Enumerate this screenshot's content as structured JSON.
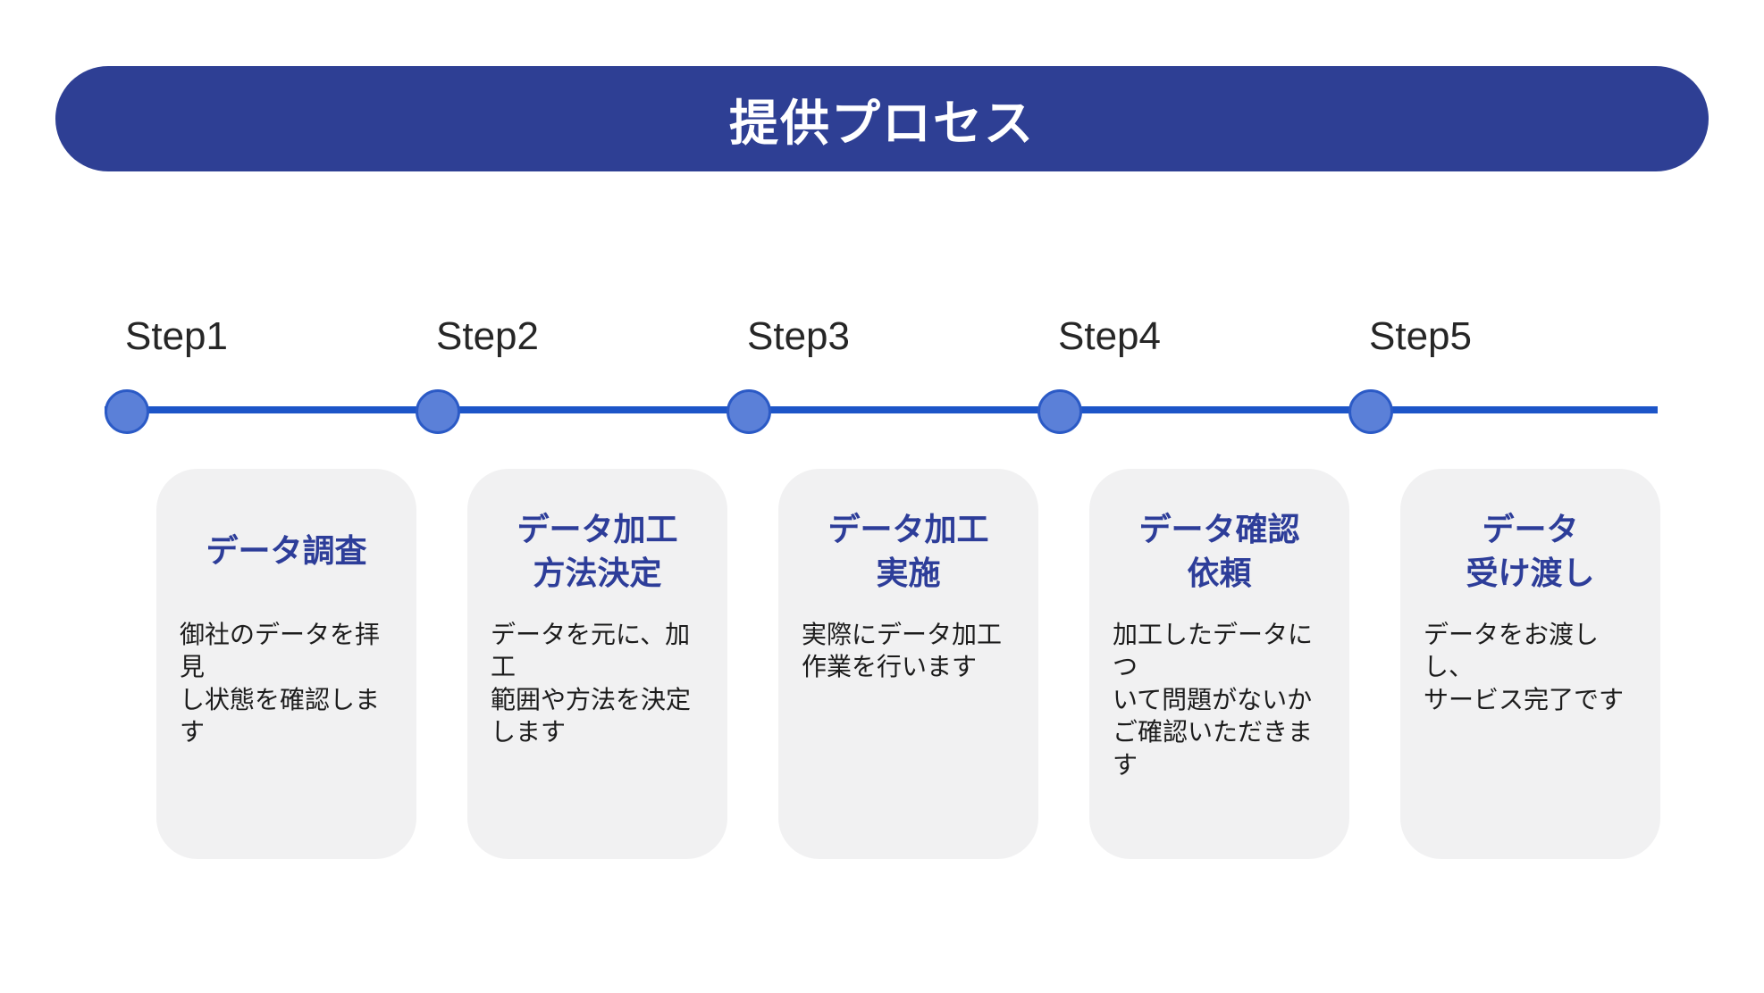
{
  "slide": {
    "title": "提供プロセス"
  },
  "colors": {
    "header_bg": "#2e3f94",
    "header_text": "#ffffff",
    "timeline_line": "#1d55c8",
    "dot_fill": "#5b80d8",
    "dot_border": "#2b5ac6",
    "card_bg": "#f1f1f2",
    "card_title": "#2d3d99",
    "body_text": "#1c1c1c",
    "step_label": "#262626"
  },
  "steps": [
    {
      "label": "Step1",
      "title": "データ調査",
      "description": "御社のデータを拝見\nし状態を確認します"
    },
    {
      "label": "Step2",
      "title": "データ加工\n方法決定",
      "description": "データを元に、加工\n範囲や方法を決定\nします"
    },
    {
      "label": "Step3",
      "title": "データ加工\n実施",
      "description": "実際にデータ加工\n作業を行います"
    },
    {
      "label": "Step4",
      "title": "データ確認\n依頼",
      "description": "加工したデータにつ\nいて問題がないか\nご確認いただきます"
    },
    {
      "label": "Step5",
      "title": "データ\n受け渡し",
      "description": "データをお渡しし、\nサービス完了です"
    }
  ]
}
